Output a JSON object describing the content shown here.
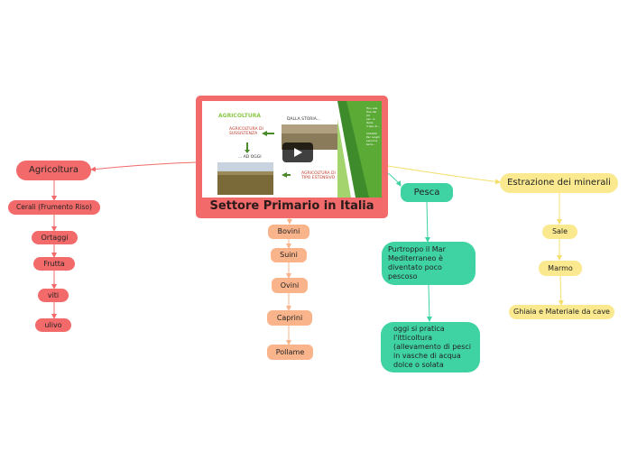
{
  "central": {
    "title": "Settore Primario in Italia",
    "slide": {
      "heading": "AGRICOLTURA",
      "label_storia": "DALLA STORIA...",
      "label_sussistenza": "AGRICOLTURA DI SUSSISTENZA",
      "label_oggi": "... AD OGGI",
      "label_estensivo": "AGRICOLTURA DI TIPO ESTENSIVO",
      "sidebar_lines": [
        "Fino alla",
        "fine del XX",
        "sec. in Italia",
        "il tipo di...",
        "",
        "COLONI",
        "Per lunghi",
        "secoli le",
        "terre..."
      ]
    }
  },
  "branches": {
    "agricoltura": {
      "label": "Agricoltura",
      "children": [
        "Cerali (Frumento Riso)",
        "Ortaggi",
        "Frutta",
        "viti",
        "ulivo"
      ]
    },
    "allevamento": {
      "children": [
        "Bovini",
        "Suini",
        "Ovini",
        "Caprini",
        "Pollame"
      ]
    },
    "pesca": {
      "label": "Pesca",
      "children": [
        "Purtroppo il Mar Mediterraneo è diventato poco pescoso",
        "oggi si pratica l'itticoltura (allevamento di pesci in vasche di acqua dolce o solata"
      ]
    },
    "estrazione": {
      "label": "Estrazione dei minerali",
      "children": [
        "Sale",
        "Marmo",
        "Ghiaia e Materiale da cave"
      ]
    }
  },
  "colors": {
    "red": "#f26a6a",
    "red_line": "#f26a6a",
    "orange": "#f9b48c",
    "orange_line": "#f9b48c",
    "green": "#3fd3a3",
    "green_line": "#3fd3a3",
    "yellow": "#fbe98f",
    "yellow_line": "#f5df6a"
  }
}
